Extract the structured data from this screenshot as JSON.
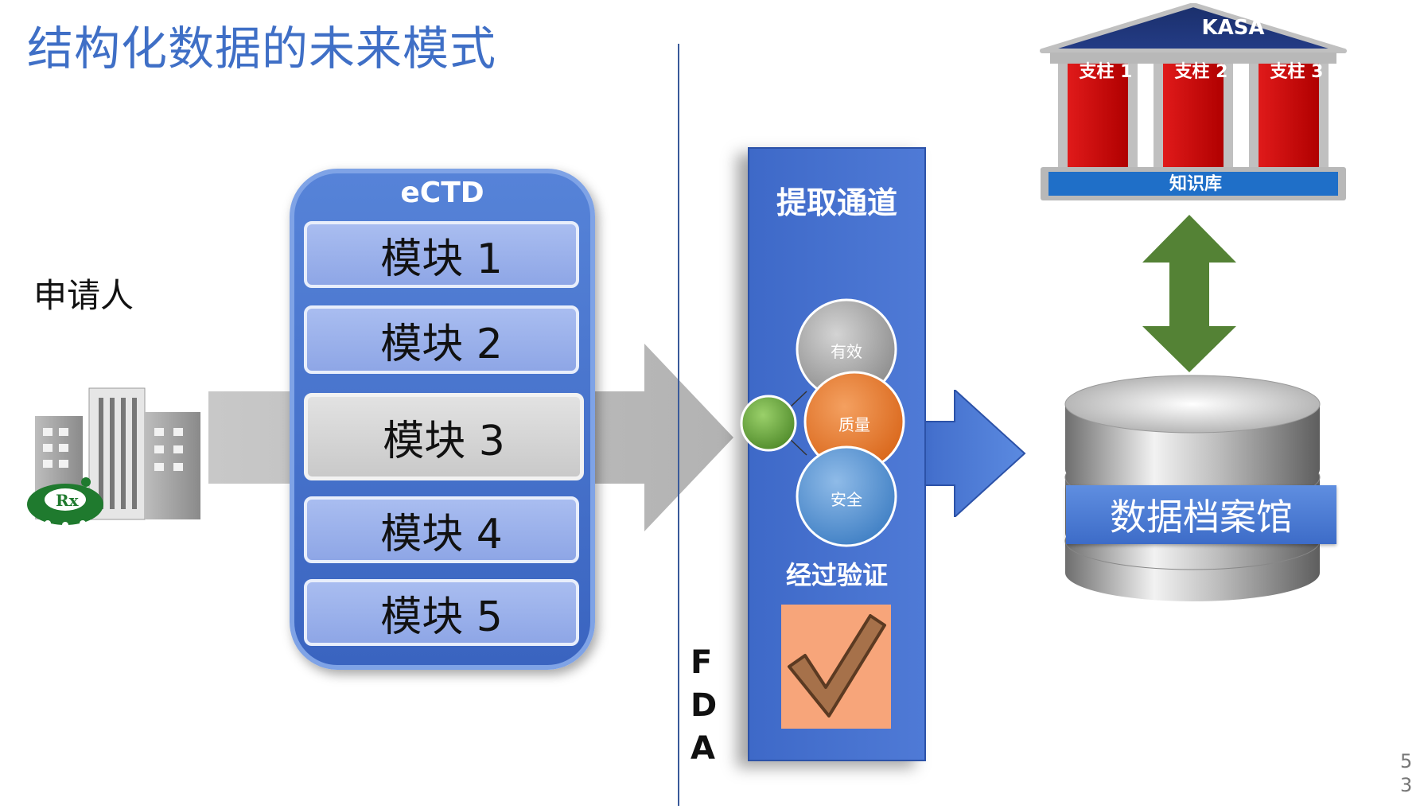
{
  "title": "结构化数据的未来模式",
  "applicant_label": "申请人",
  "ectd": {
    "label": "eCTD",
    "modules": [
      "模块 1",
      "模块 2",
      "模块 3",
      "模块 4",
      "模块 5"
    ]
  },
  "extraction_channel": {
    "label": "提取通道",
    "circles": {
      "top": "有效",
      "middle": "质量",
      "bottom": "安全"
    },
    "verified_label": "经过验证"
  },
  "fda_letters": [
    "F",
    "D",
    "A"
  ],
  "kasa": {
    "label": "KASA",
    "pillars": [
      "支柱 1",
      "支柱 2",
      "支柱 3"
    ],
    "base_label": "知识库"
  },
  "archive_label": "数据档案馆",
  "page_number": "53",
  "colors": {
    "title": "#3f6fc6",
    "ectd_blue": "#3a64c0",
    "channel_blue": "#4472c4",
    "pillar_red": "#c00000",
    "arrow_green": "#548235",
    "circle_orange": "#ed7d31",
    "circle_grey": "#a5a5a5",
    "circle_blue": "#5b9bd5",
    "circle_green": "#70ad47"
  },
  "icons": [
    "building-icon",
    "pharmacy-rx-icon",
    "checkmark-icon",
    "database-icon",
    "double-arrow-icon"
  ]
}
